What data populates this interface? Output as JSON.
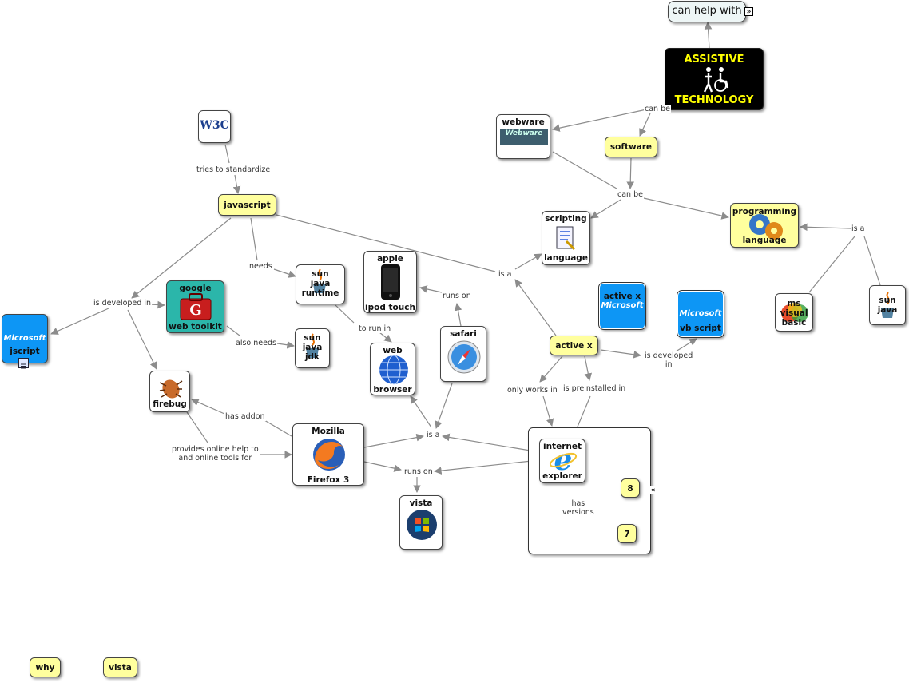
{
  "nodes": {
    "can_help_with": "can help with",
    "assistive_1": "ASSISTIVE",
    "assistive_2": "TECHNOLOGY",
    "webware": "webware",
    "webware_logo": "Webware",
    "software": "software",
    "w3c": "W3C",
    "javascript": "javascript",
    "scripting_1": "scripting",
    "scripting_2": "language",
    "programming_1": "programming",
    "programming_2": "language",
    "apple_1": "apple",
    "apple_2": "ipod touch",
    "sun_runtime_1": "sun",
    "sun_runtime_2": "java",
    "sun_runtime_3": "runtime",
    "google_1": "google",
    "google_2": "web toolkit",
    "microsoft": "Microsoft",
    "jscript": "jscript",
    "active_x_box_1": "active x",
    "active_x_box_2": "Microsoft",
    "vb_script": "vb script",
    "ms_1": "ms",
    "ms_2": "visual",
    "ms_3": "basic",
    "sun_java_1": "sun",
    "sun_java_2": "java",
    "sun_jdk_1": "sun",
    "sun_jdk_2": "java",
    "sun_jdk_3": "jdk",
    "safari": "safari",
    "web_1": "web",
    "web_2": "browser",
    "active_x": "active x",
    "firebug": "firebug",
    "mozilla_1": "Mozilla",
    "mozilla_2": "Firefox 3",
    "ie_1": "internet",
    "ie_2": "explorer",
    "v8": "8",
    "v7": "7",
    "vista": "vista",
    "why": "why",
    "vista_small": "vista"
  },
  "links": {
    "can_be_top": "can be",
    "tries": "tries to standardize",
    "can_be_mid": "can be",
    "is_a_right": "is a",
    "needs": "needs",
    "is_a_mid": "is a",
    "runs_on_safari": "runs on",
    "is_developed_in": "is developed in",
    "to_run_in": "to run in",
    "also_needs": "also needs",
    "is_developed_in_2a": "is developed",
    "is_developed_in_2b": "in",
    "only_works_in": "only works in",
    "is_preinstalled_in": "is preinstalled in",
    "has_addon": "has addon",
    "is_a_low": "is a",
    "provides_1": "provides online help to",
    "provides_2": "and online tools for",
    "runs_on_vista": "runs on",
    "has_versions_1": "has",
    "has_versions_2": "versions"
  },
  "colors": {
    "concept_yellow": "#ffff9e",
    "google_teal": "#2bb6aa",
    "microsoft_blue": "#0d96f5",
    "assistive_black": "#000000",
    "assistive_text": "#ffff00",
    "edge_gray": "#8c8c8c"
  }
}
